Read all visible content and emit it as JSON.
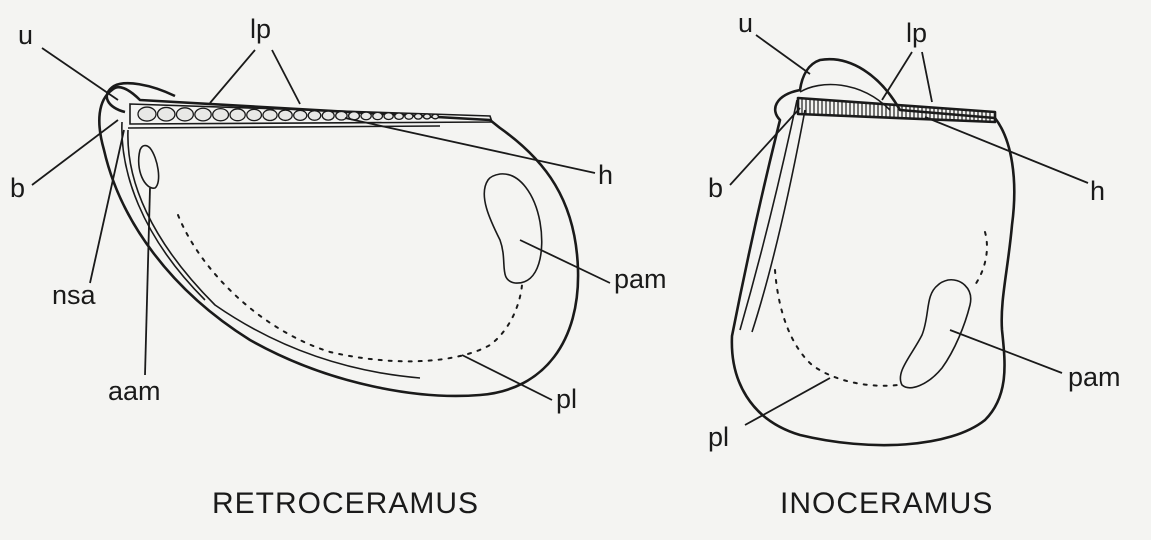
{
  "figures": [
    {
      "title": "RETROCERAMUS",
      "labels": {
        "u": "u",
        "lp": "lp",
        "b": "b",
        "h": "h",
        "nsa": "nsa",
        "aam": "aam",
        "pam": "pam",
        "pl": "pl"
      }
    },
    {
      "title": "INOCERAMUS",
      "labels": {
        "u": "u",
        "lp": "lp",
        "b": "b",
        "h": "h",
        "pam": "pam",
        "pl": "pl"
      }
    }
  ]
}
